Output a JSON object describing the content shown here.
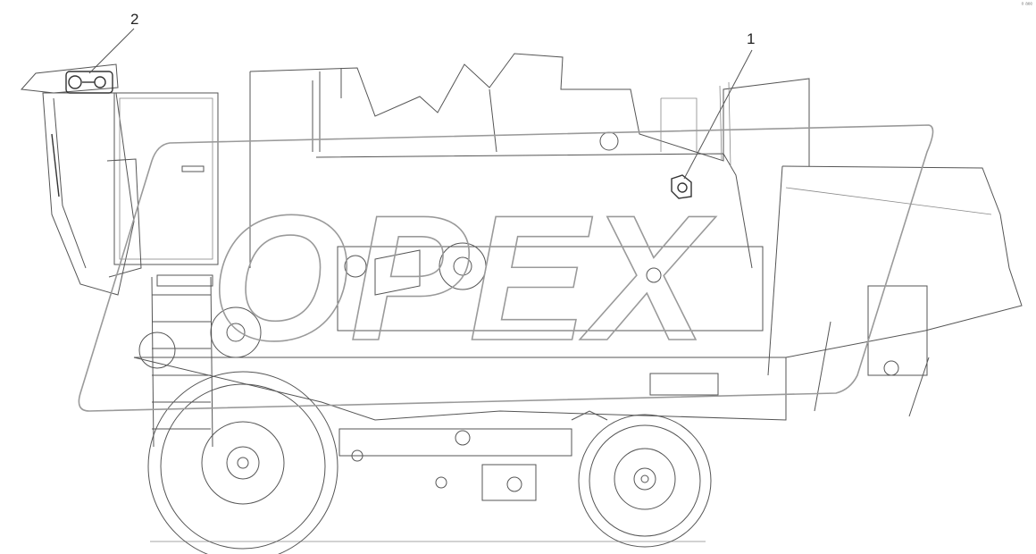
{
  "drawing": {
    "subject": "",
    "watermark": "OPEX",
    "corner_mark": "ᵒ ᵃᵉᵉ",
    "callouts": [
      {
        "label": "1",
        "target": "component-1"
      },
      {
        "label": "2",
        "target": "component-2"
      }
    ]
  },
  "colors": {
    "line": "#555555",
    "watermark_stroke": "#9a9a9a",
    "background": "#ffffff"
  }
}
